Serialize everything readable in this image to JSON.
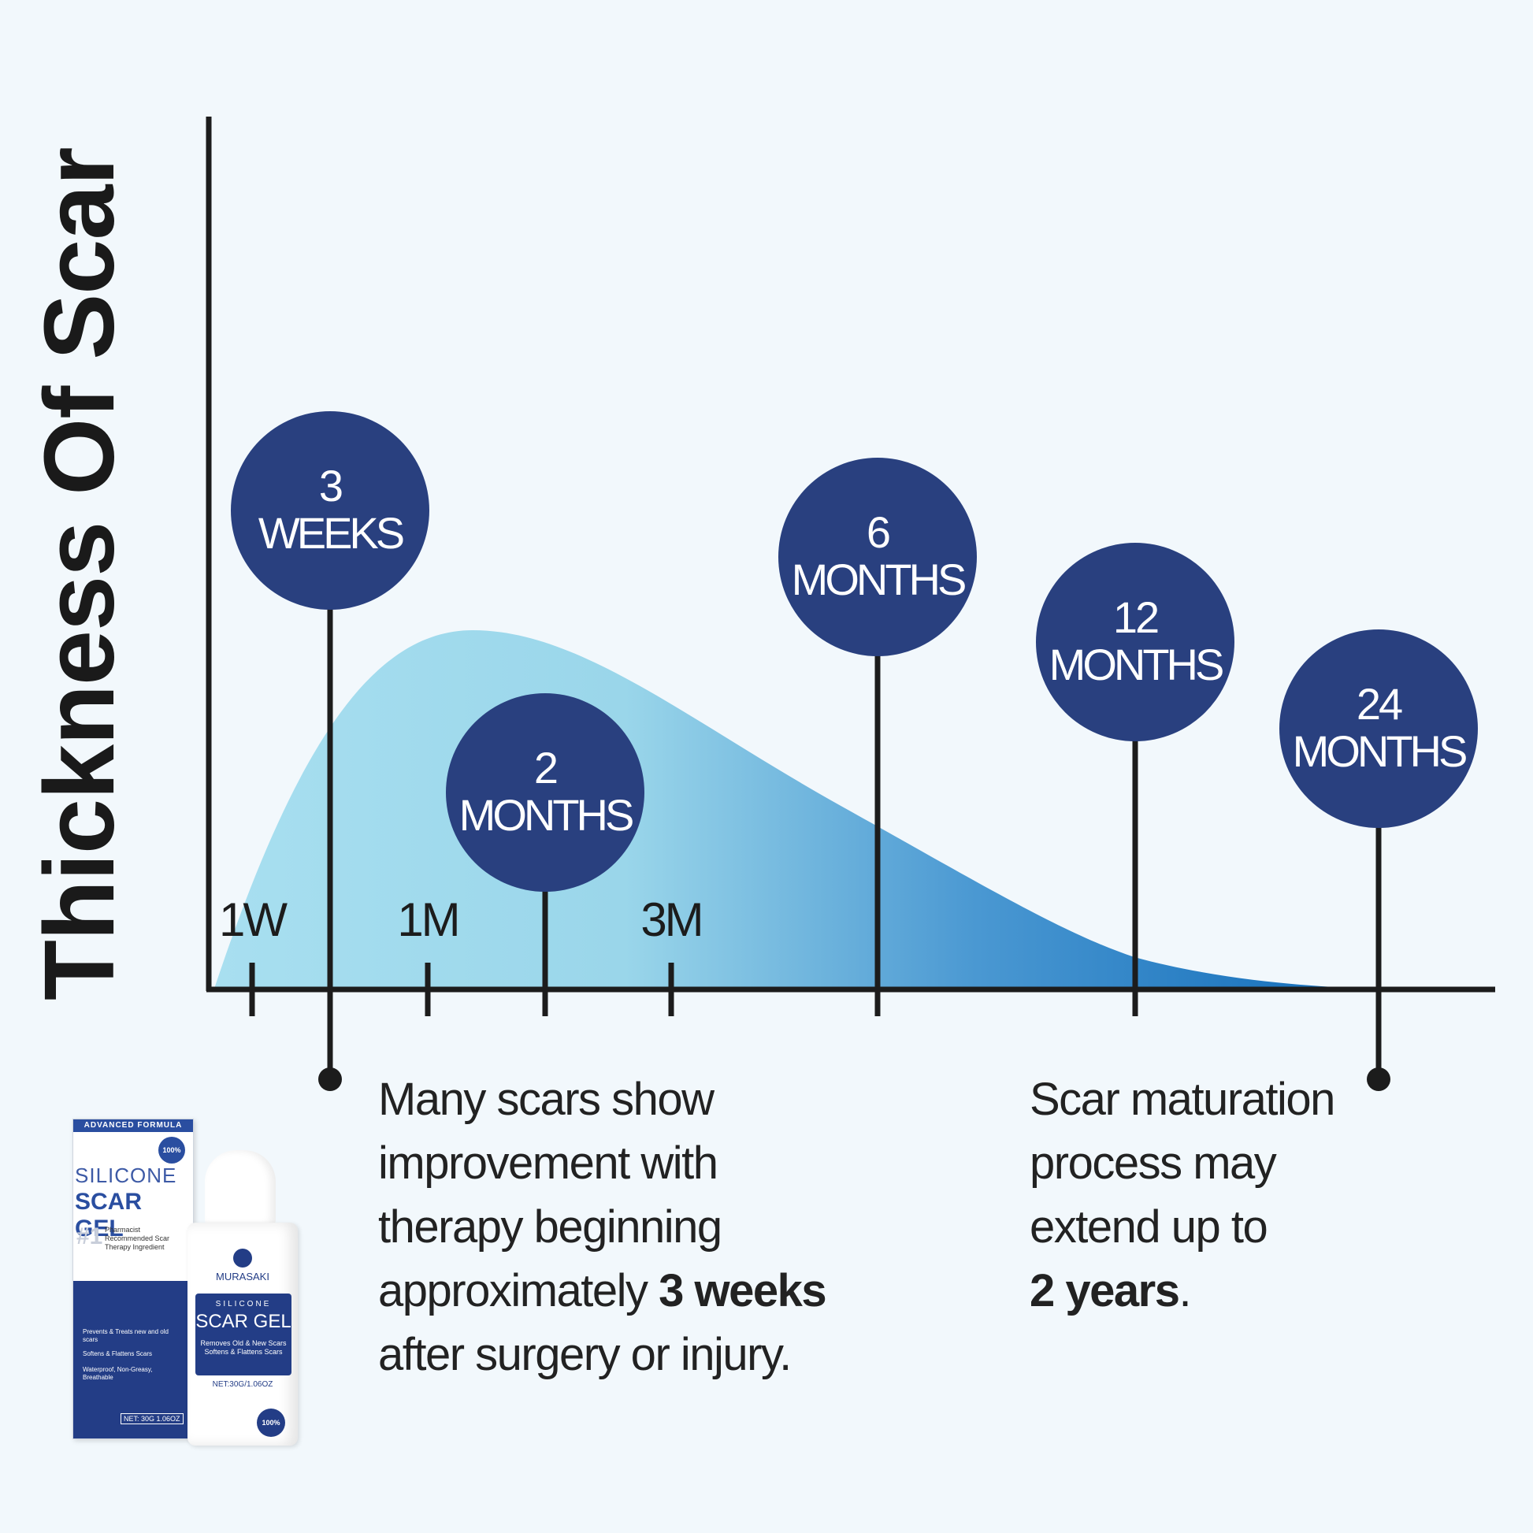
{
  "chart_data": {
    "type": "area",
    "ylabel": "Thickness Of Scar",
    "xlabel": "",
    "x_ticks": [
      "1W",
      "1M",
      "3M"
    ],
    "milestones": [
      {
        "num": "3",
        "unit": "WEEKS"
      },
      {
        "num": "2",
        "unit": "MONTHS"
      },
      {
        "num": "6",
        "unit": "MONTHS"
      },
      {
        "num": "12",
        "unit": "MONTHS"
      },
      {
        "num": "24",
        "unit": "MONTHS"
      }
    ],
    "curve": {
      "description_shape": "rises to a peak then declines gradually to zero",
      "color_start": "#a8dff0",
      "color_end": "#0f6ab8"
    },
    "colors": {
      "milestone_circle": "#29407f",
      "axis": "#1c1c1c"
    }
  },
  "notes": {
    "left": {
      "line1": "Many scars show",
      "line2": "improvement with",
      "line3": "therapy beginning",
      "line4_plain": "approximately ",
      "line4_bold": "3 weeks",
      "line5": "after surgery or injury."
    },
    "right": {
      "line1": "Scar maturation",
      "line2": "process may",
      "line3": "extend up to",
      "line4_bold": "2 years",
      "line4_end": "."
    }
  },
  "product": {
    "box_band": "ADVANCED FORMULA",
    "box_badge": "100%",
    "box_title1": "SILICONE",
    "box_title2": "SCAR GEL",
    "box_rank": "#1",
    "box_rec": "Pharmacist Recommended Scar Therapy Ingredient",
    "box_features": [
      "Prevents & Treats new and old scars",
      "Softens & Flattens Scars",
      "Waterproof, Non-Greasy, Breathable"
    ],
    "box_net": "NET: 30G 1.06OZ",
    "brand": "MURASAKI",
    "label_small": "SILICONE",
    "label_big": "SCAR GEL",
    "label_desc1": "Removes Old & New Scars",
    "label_desc2": "Softens & Flattens Scars",
    "bottle_net": "NET:30G/1.06OZ",
    "bottle_badge": "100%"
  }
}
